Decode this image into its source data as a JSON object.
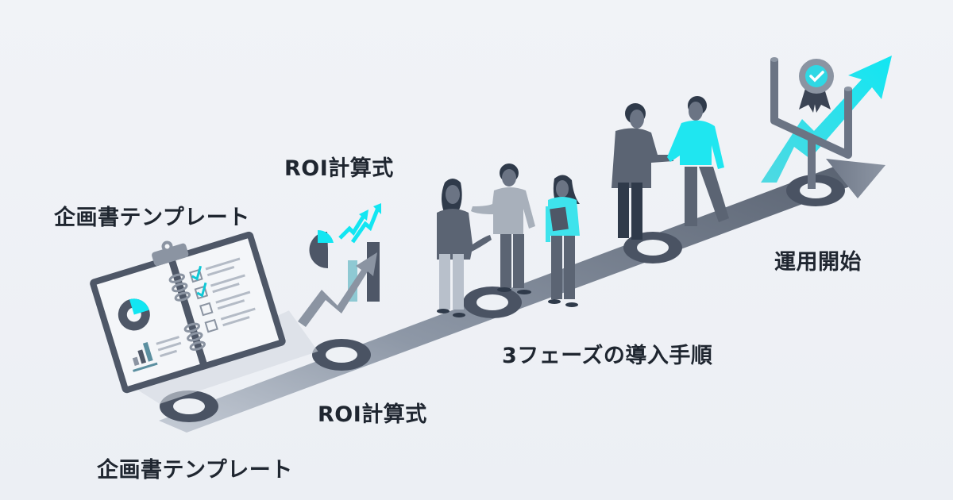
{
  "labels": {
    "template_top": "企画書テンプレート",
    "roi_top": "ROI計算式",
    "phases": "3フェーズの導入手順",
    "operation": "運用開始",
    "roi_bottom": "ROI計算式",
    "template_bottom": "企画書テンプレート"
  },
  "colors": {
    "background": "#eef1f5",
    "path": "#5b6473",
    "ring": "#4a5363",
    "accent_cyan": "#1ee3ee",
    "text": "#1f2630"
  },
  "milestones": [
    {
      "name": "template",
      "icon": "clipboard-notebook-icon"
    },
    {
      "name": "roi",
      "icon": "roi-chart-icon"
    },
    {
      "name": "phases",
      "icon": "team-meeting-icon"
    },
    {
      "name": "handshake",
      "icon": "handshake-icon"
    },
    {
      "name": "operation",
      "icon": "goal-post-badge-icon"
    }
  ]
}
